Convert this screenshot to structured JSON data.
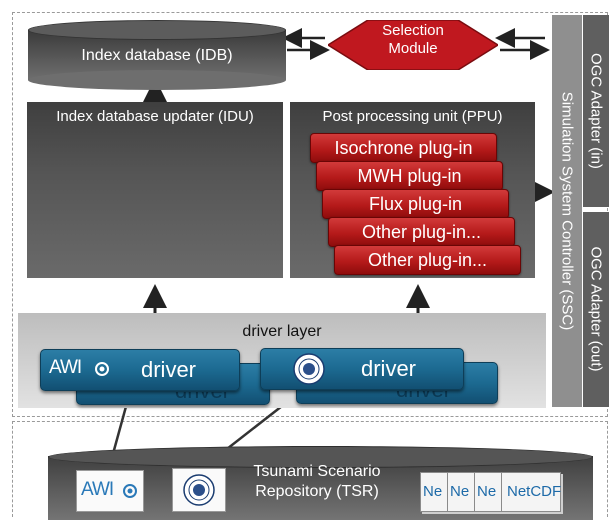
{
  "idb": {
    "label": "Index database (IDB)"
  },
  "selection_module": {
    "label": "Selection\nModule"
  },
  "idu": {
    "title": "Index database updater (IDU)"
  },
  "ppu": {
    "title": "Post processing unit (PPU)",
    "plugins": [
      "Isochrone plug-in",
      "MWH plug-in",
      "Flux plug-in",
      "Other plug-in...",
      "Other plug-in..."
    ]
  },
  "ssc": {
    "label": "Simulation System Controller (SSC)"
  },
  "ogc_in": {
    "label": "OGC Adapter (in)"
  },
  "ogc_out": {
    "label": "OGC Adapter (out)"
  },
  "driver_layer": {
    "title": "driver layer",
    "driver1": {
      "logo": "AWI",
      "label": "driver",
      "back_label": "driver"
    },
    "driver2": {
      "label": "driver",
      "back_label": "driver"
    }
  },
  "tsr": {
    "label": "Tsunami Scenario\nRepository (TSR)",
    "awi_logo": "AWI",
    "docs": [
      "Ne",
      "Ne",
      "Ne",
      "NetCDF"
    ]
  }
}
